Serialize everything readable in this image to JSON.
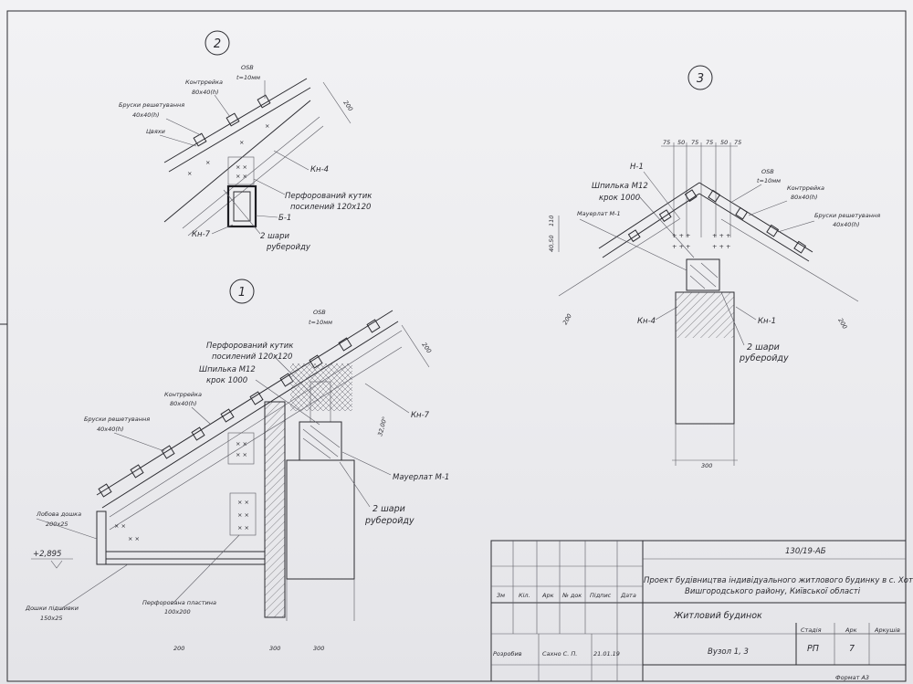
{
  "detail2": {
    "number": "2",
    "osb": "OSB",
    "osb_thickness": "t=10мм",
    "counter_batten": "Контррейка",
    "counter_batten_size": "80х40(h)",
    "battens": "Бруски решетування",
    "battens_size": "40х40(h)",
    "nails": "Цвяхи",
    "dim_200": "200",
    "kn4": "Кн-4",
    "angle": "Перфорований кутик",
    "angle_size": "посилений 120х120",
    "b1": "Б-1",
    "kn7": "Кн-7",
    "felt_line1": "2 шари",
    "felt_line2": "руберойду"
  },
  "detail1": {
    "number": "1",
    "osb": "OSB",
    "osb_thickness": "t=10мм",
    "angle": "Перфорований кутик",
    "angle_size": "посилений 120х120",
    "stud": "Шпилька М12",
    "stud_step": "крок 1000",
    "counter_batten": "Контррейка",
    "counter_batten_size": "80х40(h)",
    "battens": "Бруски решетування",
    "battens_size": "40х40(h)",
    "dim_200": "200",
    "kn7": "Кн-7",
    "slope": "32,00°",
    "mauerlat": "Мауерлат М-1",
    "felt_line1": "2 шари",
    "felt_line2": "руберойду",
    "fascia": "Лобова дошка",
    "fascia_size": "200х25",
    "level": "+2,895",
    "soffit": "Дошки підшивки",
    "soffit_size": "150х25",
    "plate": "Перфорована пластина",
    "plate_size": "100х200",
    "bottom_dims": [
      "200",
      "300",
      "300"
    ]
  },
  "detail3": {
    "number": "3",
    "top_dims": [
      "75",
      "50",
      "75",
      "75",
      "50",
      "75"
    ],
    "h1": "Н-1",
    "stud": "Шпилька М12",
    "stud_step": "крок 1000",
    "mauerlat": "Мауерлат М-1",
    "osb": "OSB",
    "osb_thickness": "t=10мм",
    "counter_batten": "Контррейка",
    "counter_batten_size": "80х40(h)",
    "battens": "Бруски решетування",
    "battens_size": "40х40(h)",
    "left_dims": [
      "110",
      "40,50"
    ],
    "dim_200_left": "200",
    "dim_200_right": "200",
    "kn4": "Кн-4",
    "kn1": "Кн-1",
    "felt_line1": "2 шари",
    "felt_line2": "руберойду",
    "wall_width": "300"
  },
  "title_block": {
    "project_code": "130/19-АБ",
    "project_line1": "Проект будівництва індивідуального житлового будинку в с. Хотянівка",
    "project_line2": "Вишгородського району, Київської області",
    "cols": [
      "Зм",
      "Кіл.",
      "Арк",
      "№ док",
      "Підпис",
      "Дата"
    ],
    "building": "Житловий будинок",
    "stage_h": "Стадія",
    "sheet_h": "Арк",
    "sheets_h": "Аркушів",
    "stage": "РП",
    "sheet": "7",
    "role": "Розробив",
    "author": "Сахно С. П.",
    "date": "21.01.19",
    "node": "Вузол 1, 3"
  },
  "format": "Формат А3"
}
